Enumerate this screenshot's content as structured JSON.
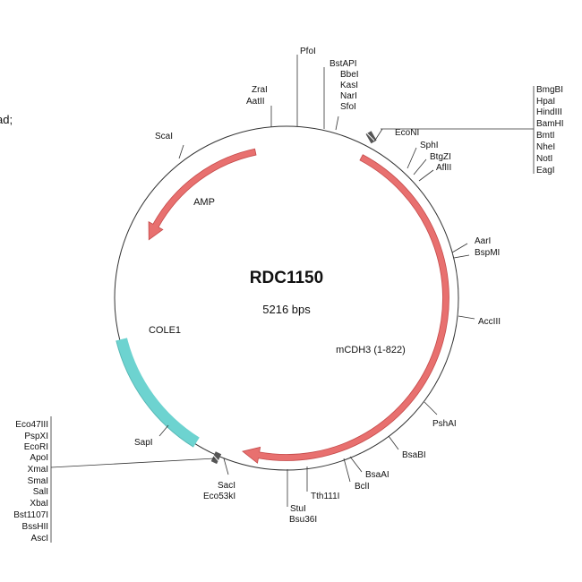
{
  "plasmid": {
    "name": "RDC1150",
    "size_label": "5216 bps",
    "ring_color": "#333333",
    "marker_color": "#333333"
  },
  "clipped_text": "ad;",
  "features": [
    {
      "name": "AMP",
      "color": "#e8706f"
    },
    {
      "name": "COLE1",
      "color": "#6dd3d0"
    },
    {
      "name": "mCDH3 (1-822)",
      "color": "#e8706f"
    }
  ],
  "sites": {
    "pfoi": "PfoI",
    "zrai": "ZraI",
    "aatii": "AatII",
    "bstapi_group": [
      "BstAPI",
      "BbeI",
      "KasI",
      "NarI",
      "SfoI"
    ],
    "scai": "ScaI",
    "econi": "EcoNI",
    "mcs_top": [
      "BmgBI",
      "HpaI",
      "HindIII",
      "BamHI",
      "BmtI",
      "NheI",
      "NotI",
      "EagI"
    ],
    "sphi": "SphI",
    "btgzi": "BtgZI",
    "aflii": "AflII",
    "aari": "AarI",
    "bspmi": "BspMI",
    "acciii": "AccIII",
    "pshai": "PshAI",
    "bsabi": "BsaBI",
    "bsaai": "BsaAI",
    "bcli": "BclI",
    "tth111i": "Tth111I",
    "stui": "StuI",
    "bsu36i": "Bsu36I",
    "saci": "SacI",
    "eco53ki": "Eco53kI",
    "sapi": "SapI",
    "mcs_bottom": [
      "Eco47III",
      "PspXI",
      "EcoRI",
      "ApoI",
      "XmaI",
      "SmaI",
      "SalI",
      "XbaI",
      "Bst1107I",
      "BssHII",
      "AscI"
    ]
  }
}
